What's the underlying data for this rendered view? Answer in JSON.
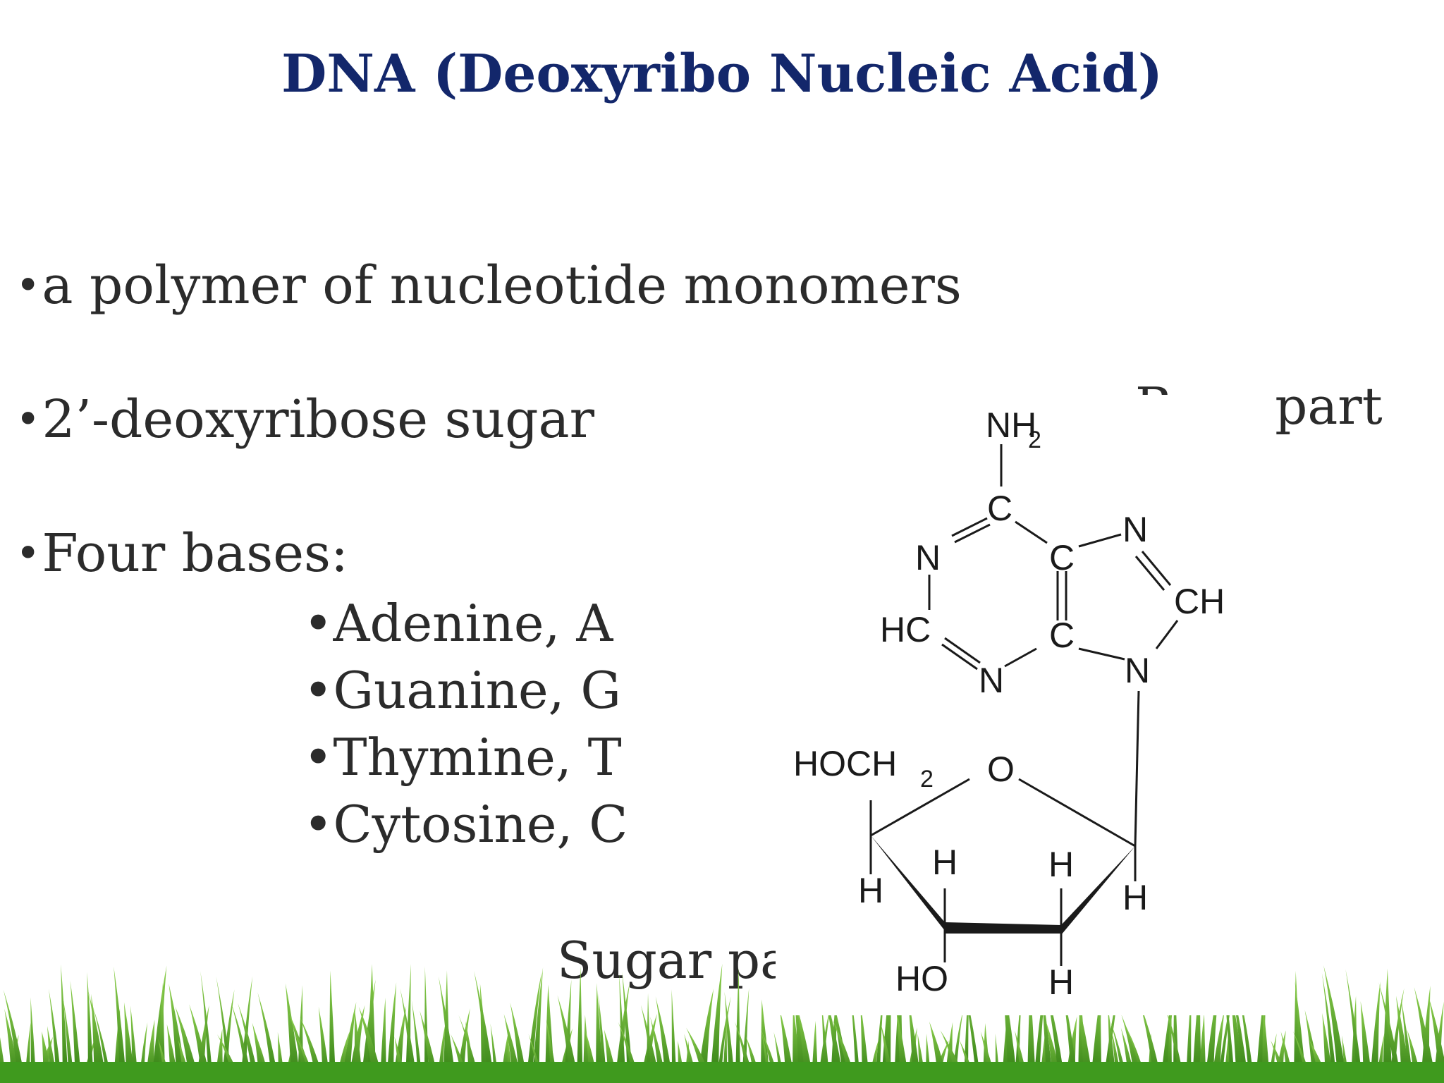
{
  "slide": {
    "title": "DNA (Deoxyribo Nucleic Acid)",
    "bullets": [
      "a polymer of nucleotide monomers",
      "2’-deoxyribose sugar",
      "Four bases:"
    ],
    "bases": [
      "Adenine, A",
      "Guanine, G",
      "Thymine, T",
      "Cytosine, C"
    ],
    "labels": {
      "base_part": "Base part",
      "sugar_part": "Sugar part"
    }
  },
  "diagram": {
    "atoms": {
      "nh2_n": "NH",
      "nh2_sub": "2",
      "c6": "C",
      "n1": "N",
      "c5": "C",
      "n7": "N",
      "c8": "CH",
      "c2": "HC",
      "c4": "C",
      "n9": "N",
      "n3": "N",
      "hoch2": "HOCH",
      "hoch2_sub": "2",
      "o_ring": "O",
      "h_c4": "H",
      "h_c3": "H",
      "h_c2": "H",
      "h_c1": "H",
      "ho_c3": "HO",
      "h_c2_bottom": "H"
    }
  },
  "colors": {
    "title": "#13276b",
    "text": "#2b2b2b",
    "grass": "#3f9a1e"
  }
}
